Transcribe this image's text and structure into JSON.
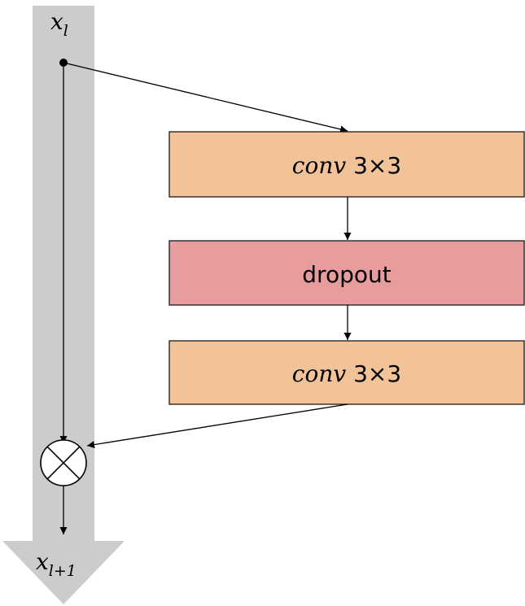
{
  "input_label": {
    "var": "x",
    "sub": "l"
  },
  "output_label": {
    "var": "x",
    "sub": "l+1"
  },
  "blocks": [
    {
      "id": "conv1",
      "text_italic": "conv",
      "text_plain": " 3×3",
      "color": "#F2C299"
    },
    {
      "id": "dropout",
      "text_plain": "dropout",
      "color": "#E89C9D"
    },
    {
      "id": "conv2",
      "text_italic": "conv",
      "text_plain": " 3×3",
      "color": "#F2C299"
    }
  ],
  "colors": {
    "identity_path": "#CCCCCC",
    "block_border": "#1A1A1A",
    "line": "#000000"
  },
  "operator": {
    "name": "multiply-circle",
    "symbol": "⊗"
  }
}
